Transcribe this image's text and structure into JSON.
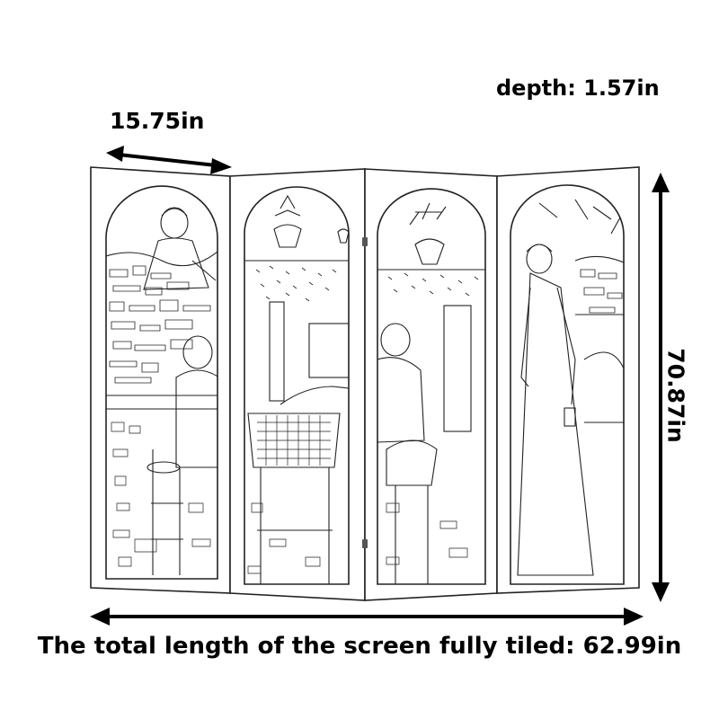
{
  "labels": {
    "depth": "depth: 1.57in",
    "panel_width": "15.75in",
    "height": "70.87in",
    "total_length": "The total length of the screen fully tiled: 62.99in"
  },
  "product": {
    "panel_count": 4
  },
  "colors": {
    "ink": "#000000",
    "line": "#222222",
    "background": "#ffffff"
  }
}
